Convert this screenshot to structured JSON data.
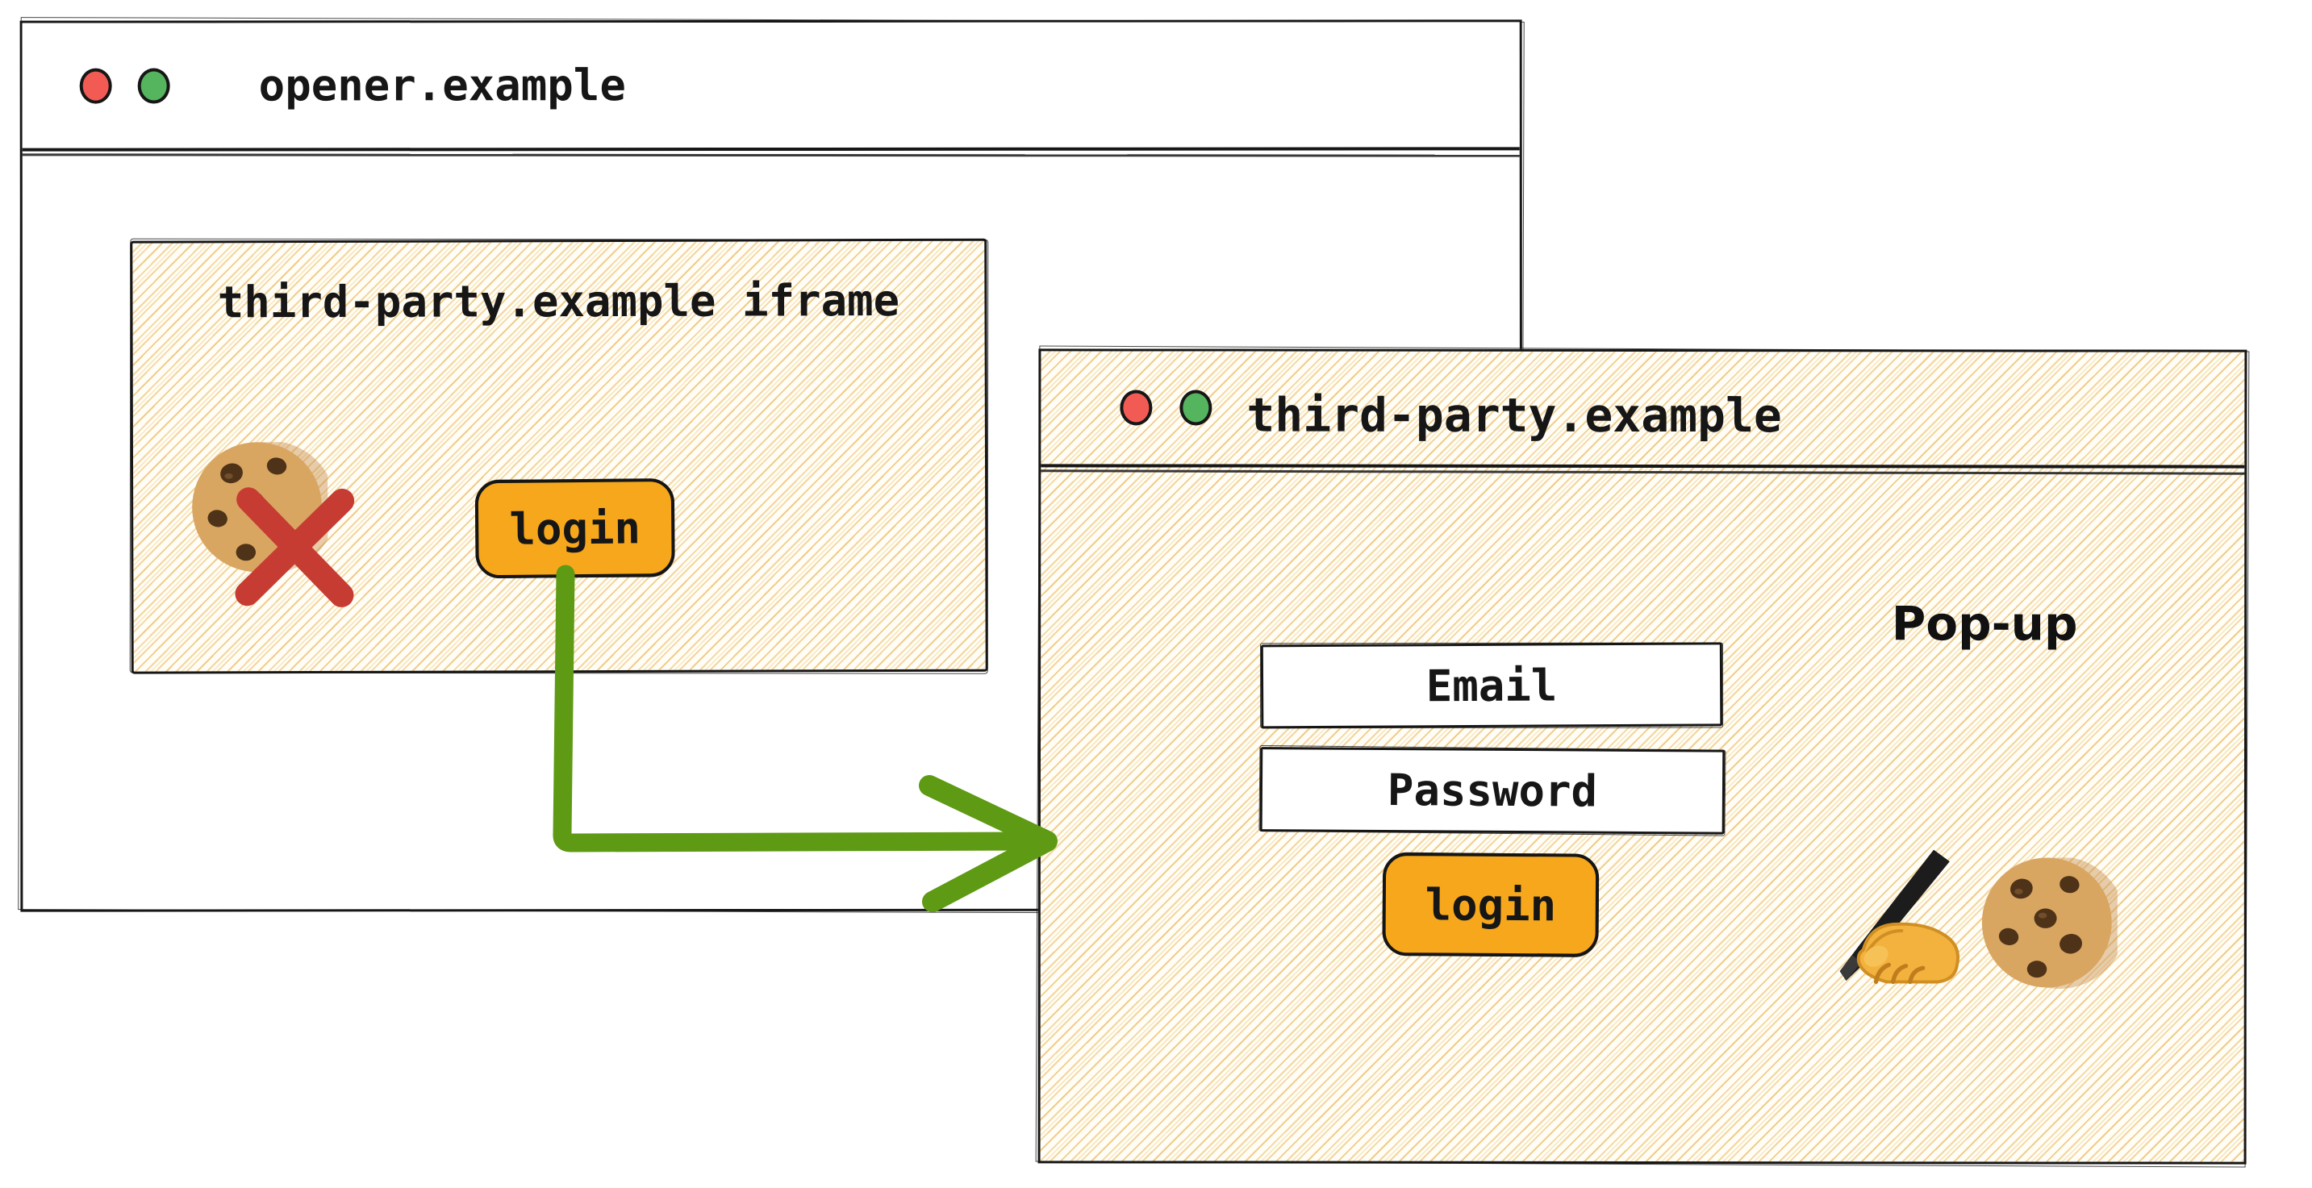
{
  "colors": {
    "ink": "#161616",
    "accent_orange": "#f6a71b",
    "arrow_green": "#5e9a14",
    "cross_red": "#c63c32",
    "traffic_red": "#f25b54",
    "traffic_green": "#55b45e",
    "hatch_line": "#e8b55a",
    "paper": "#fffdf6"
  },
  "opener_window": {
    "title": "opener.example",
    "iframe": {
      "heading": "third-party.example iframe",
      "login_button": "login",
      "icons": {
        "cookie": "cookie-emoji",
        "blocked_cross": "red-cross-mark"
      }
    }
  },
  "arrow": {
    "name": "login-to-popup-arrow",
    "color": "#5e9a14"
  },
  "popup_window": {
    "title": "third-party.example",
    "window_label": "Pop-up",
    "email_field_label": "Email",
    "password_field_label": "Password",
    "login_button": "login",
    "icons": {
      "writing_hand": "writing-hand-emoji",
      "cookie": "cookie-emoji"
    }
  }
}
